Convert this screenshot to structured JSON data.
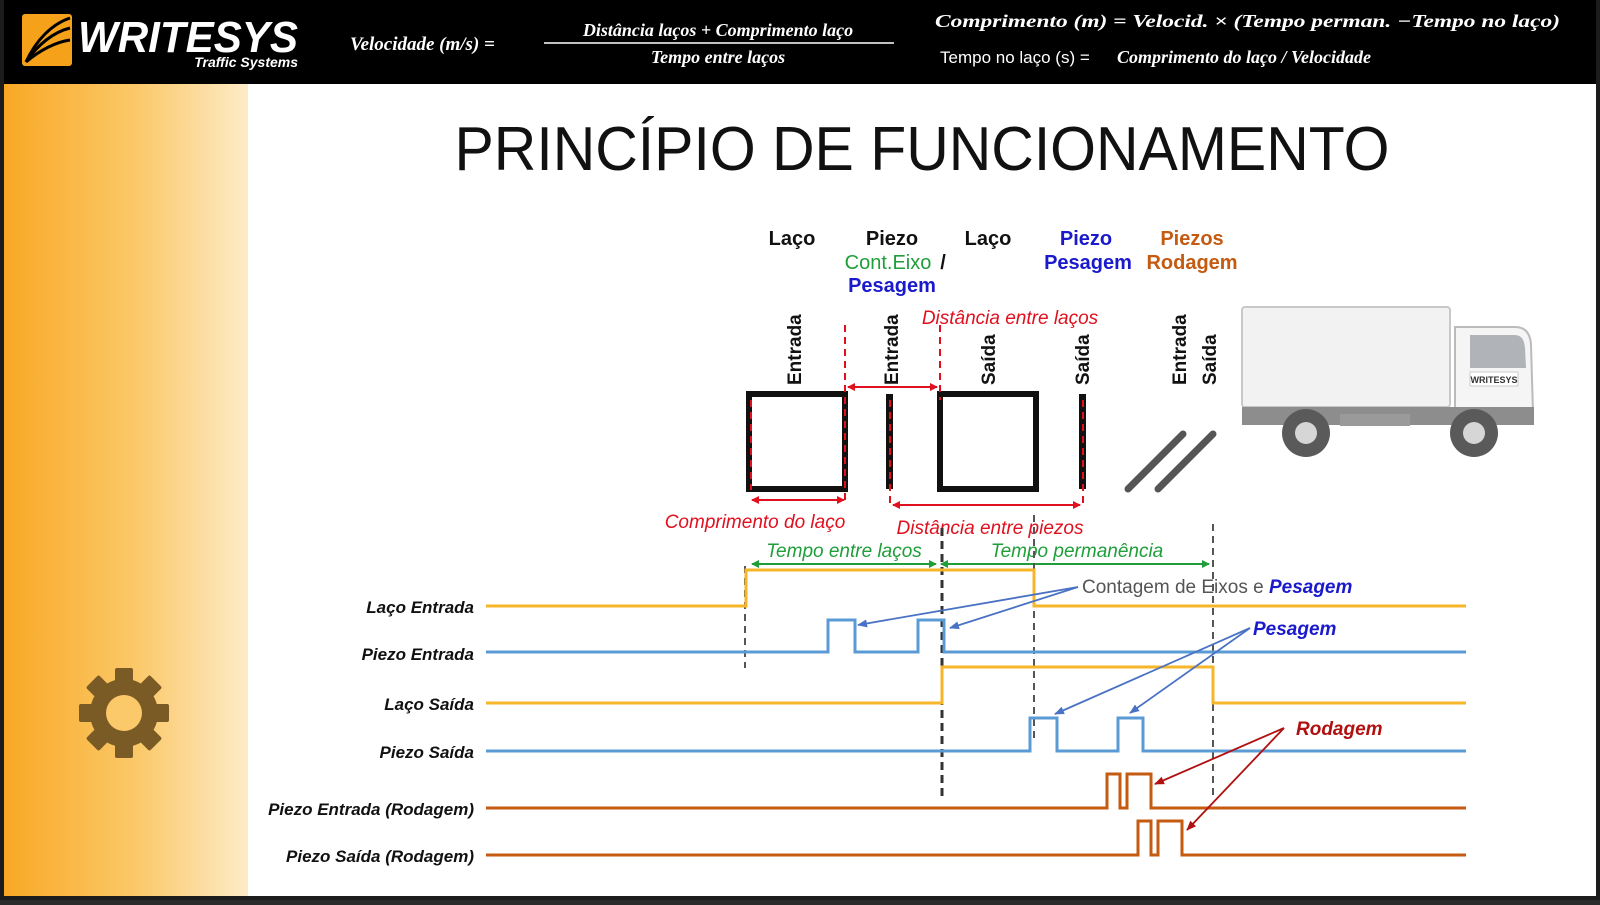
{
  "header": {
    "brand_name": "WRITESYS",
    "brand_subtitle": "Traffic Systems",
    "formula_speed_lhs": "Velocidade (m/s) =",
    "formula_speed_numerator": "Distância laços + Comprimento laço",
    "formula_speed_denominator": "Tempo entre laços",
    "formula_length": "Comprimento (m) = Velocid. × (Tempo perman. −Tempo no laço)",
    "formula_loop_time_prefix": "Tempo no laço (s) =",
    "formula_loop_time_rhs": "Comprimento do laço / Velocidade"
  },
  "slide": {
    "title": "PRINCÍPIO DE FUNCIONAMENTO"
  },
  "sensors": {
    "laco1": "Laço",
    "piezo1": "Piezo",
    "piezo1_sub_a": "Cont.Eixo",
    "piezo1_slash": "/",
    "piezo1_sub_b": "Pesagem",
    "laco2": "Laço",
    "piezo2": "Piezo",
    "piezo2_sub": "Pesagem",
    "piezos3": "Piezos",
    "piezos3_sub": "Rodagem",
    "v_entrada_1": "Entrada",
    "v_entrada_2": "Entrada",
    "v_saida_1": "Saída",
    "v_saida_2": "Saída",
    "v_entrada_3": "Entrada",
    "v_saida_3": "Saída"
  },
  "truck": {
    "logo": "WRITESYS"
  },
  "measurements": {
    "distancia_lacos": "Distância entre laços",
    "comprimento_laco": "Comprimento do laço",
    "distancia_piezos": "Distância entre piezos",
    "tempo_entre_lacos": "Tempo entre laços",
    "tempo_permanencia": "Tempo permanência"
  },
  "signals": [
    {
      "label": "Laço Entrada",
      "color": "#f5b62a"
    },
    {
      "label": "Piezo Entrada",
      "color": "#5b9bd5"
    },
    {
      "label": "Laço Saída",
      "color": "#f5b62a"
    },
    {
      "label": "Piezo Saída",
      "color": "#5b9bd5"
    },
    {
      "label": "Piezo Entrada (Rodagem)",
      "color": "#c55a11"
    },
    {
      "label": "Piezo Saída (Rodagem)",
      "color": "#c55a11"
    }
  ],
  "annotations": {
    "contagem_prefix": "Contagem de Eixos e ",
    "contagem_suffix": "Pesagem",
    "pesagem": "Pesagem",
    "rodagem": "Rodagem"
  },
  "colors": {
    "header_bg": "#000000",
    "sidebar_gradient_start": "#f9a825",
    "sidebar_gradient_end": "#fdebc8",
    "loop_signal": "#f5b62a",
    "piezo_signal": "#5b9bd5",
    "rodagem_signal": "#c55a11",
    "red_annotation": "#e0101e",
    "green_annotation": "#1f9e3a",
    "blue_annotation": "#1a1acc",
    "orange_annotation": "#c55a11",
    "dark_red_annotation": "#b01010",
    "gear_icon": "#7a5a25"
  },
  "icons": {
    "gear": "gear-icon",
    "brand": "writesys-logo-icon",
    "truck": "truck-image"
  }
}
